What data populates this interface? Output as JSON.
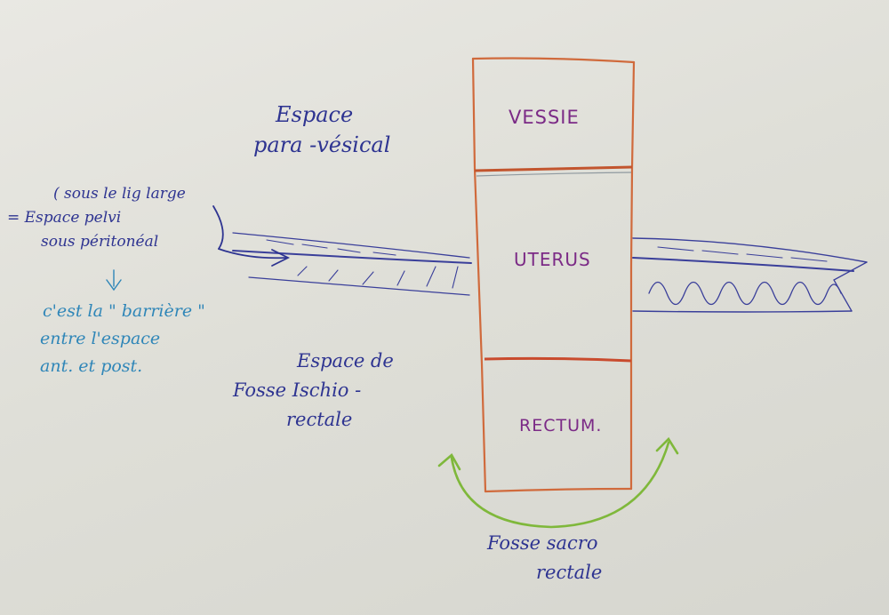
{
  "labels": {
    "organs": {
      "vessie": "VESSIE",
      "uterus": "UTERUS",
      "rectum": "RECTUM."
    },
    "para_vesical": [
      "Espace",
      "para -vésical"
    ],
    "sous_peritoneal": [
      "( sous le lig large",
      "= Espace pelvi",
      "sous péritonéal"
    ],
    "barriere_note": [
      "c'est la \" barrière \"",
      "entre l'espace",
      "ant. et post."
    ],
    "ischio_rectale": [
      "Espace de",
      "Fosse Ischio -",
      "rectale"
    ],
    "sacro_rectale": [
      "Fosse sacro",
      "rectale"
    ]
  },
  "colors": {
    "paper": "#e3e2dc",
    "ink_blue": "#2e3491",
    "ink_teal": "#2f86b8",
    "ink_purple": "#7b2a86",
    "pencil_orange": "#d06a3c",
    "pencil_green": "#7fb83b"
  }
}
